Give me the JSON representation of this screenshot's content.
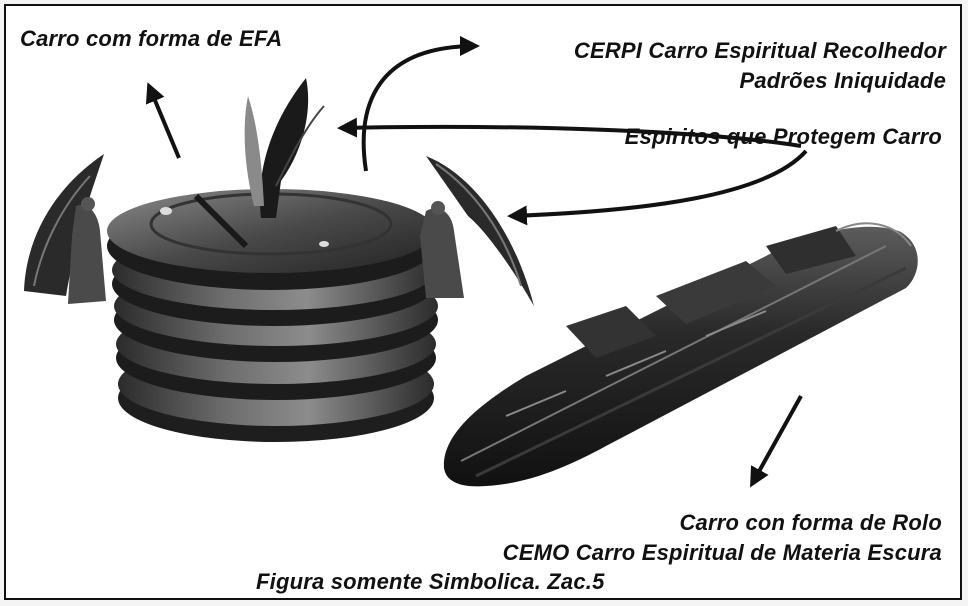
{
  "labels": {
    "efa_car": "Carro com forma de EFA",
    "cerpi_line1": "CERPI Carro Espiritual Recolhedor",
    "cerpi_line2": "Padrões Iniquidade",
    "spirits": "Espiritos que Protegem Carro",
    "rolo_line1": "Carro con forma de Rolo",
    "cemo_line2": "CEMO Carro Espiritual de Materia Escura",
    "caption": "Figura somente Simbolica. Zac.5"
  },
  "illustrations": [
    {
      "name": "efa-car",
      "description_icon": "stacked-disc-vessel"
    },
    {
      "name": "winged-spirit-left",
      "description_icon": "winged-figure"
    },
    {
      "name": "winged-spirit-right",
      "description_icon": "winged-figure"
    },
    {
      "name": "rolo-car",
      "description_icon": "dark-cylinder-ship"
    }
  ],
  "colors": {
    "ink": "#111111",
    "metal_dark": "#2a2a2a",
    "metal_mid": "#5a5a5a",
    "metal_light": "#9a9a9a"
  }
}
